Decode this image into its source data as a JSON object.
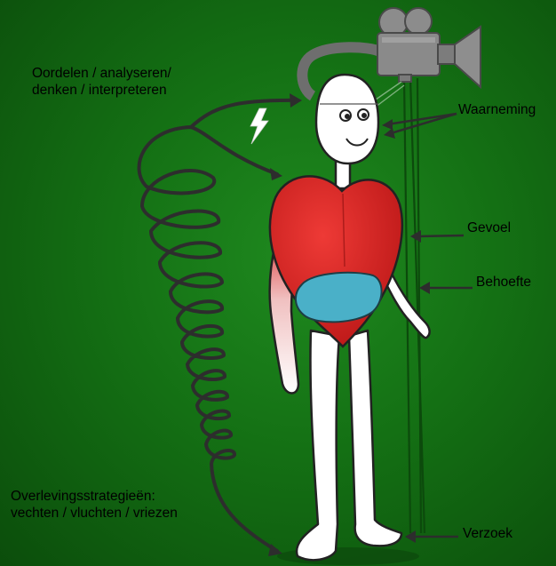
{
  "labels": {
    "judging_line1": "Oordelen / analyseren/",
    "judging_line2": "denken / interpreteren",
    "survival_line1": "Overlevingsstrategieën:",
    "survival_line2": "vechten / vluchten / vriezen",
    "observation": "Waarneming",
    "feeling": "Gevoel",
    "need": "Behoefte",
    "request": "Verzoek"
  },
  "colors": {
    "background": "#147014",
    "heart": "#e02b2b",
    "need_blob": "#4ab0c8",
    "camera": "#8a8a8a"
  },
  "icons": [
    "camera-icon",
    "lightning-icon"
  ]
}
